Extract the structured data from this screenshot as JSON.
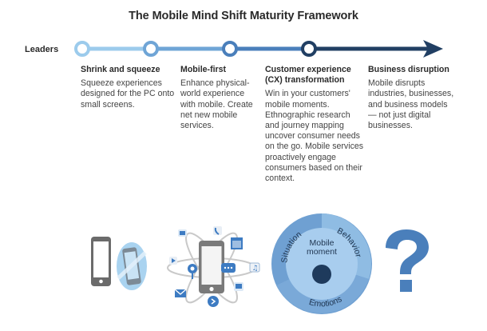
{
  "title": "The Mobile Mind Shift Maturity Framework",
  "row_label": "Leaders",
  "colors": {
    "stage1": "#9ccbec",
    "stage2": "#6fa5d6",
    "stage3": "#4a7fbb",
    "stage4": "#213f63",
    "question": "#4a7fbb"
  },
  "stages": [
    {
      "heading": "Shrink and squeeze",
      "description": "Squeeze experiences designed for the PC onto small screens.",
      "icon": "phone-shrink-icon"
    },
    {
      "heading": "Mobile-first",
      "description": "Enhance physical-world experience with mobile. Create net new mobile services.",
      "icon": "phone-orbit-apps-icon"
    },
    {
      "heading": "Customer experience (CX) transformation",
      "description": "Win in your customers' mobile moments. Ethnographic research and journey mapping uncover consumer needs on the go. Mobile services proactively engage consumers based on their context.",
      "icon": "mobile-moment-wheel-icon"
    },
    {
      "heading": "Business disruption",
      "description": "Mobile disrupts industries, businesses, and business models — not just digital businesses.",
      "icon": "question-mark-icon"
    }
  ],
  "moment_wheel": {
    "center": "Mobile moment",
    "segments": [
      "Situation",
      "Behavior",
      "Emotions"
    ]
  }
}
